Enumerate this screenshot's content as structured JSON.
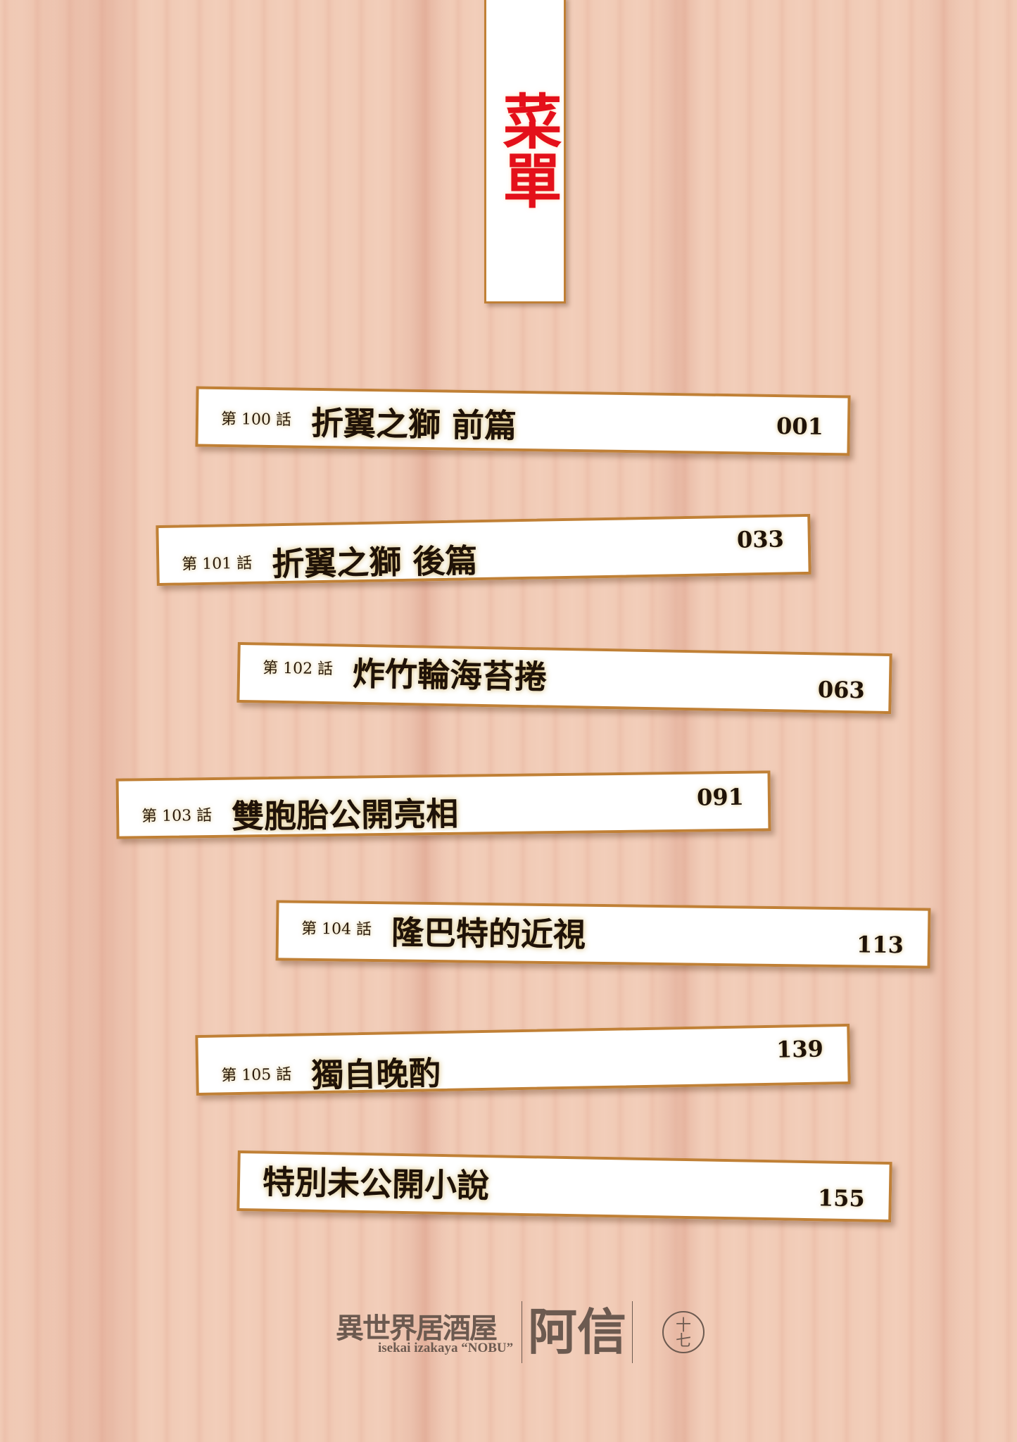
{
  "banner": {
    "title": "菜單"
  },
  "chapters": [
    {
      "episode": "第 100 話",
      "title": "折翼之獅 前篇",
      "page": "001"
    },
    {
      "episode": "第 101 話",
      "title": "折翼之獅 後篇",
      "page": "033"
    },
    {
      "episode": "第 102 話",
      "title": "炸竹輪海苔捲",
      "page": "063"
    },
    {
      "episode": "第 103 話",
      "title": "雙胞胎公開亮相",
      "page": "091"
    },
    {
      "episode": "第 104 話",
      "title": "隆巴特的近視",
      "page": "113"
    },
    {
      "episode": "第 105 話",
      "title": "獨自晚酌",
      "page": "139"
    },
    {
      "episode": "",
      "title": "特別未公開小說",
      "page": "155"
    }
  ],
  "logo": {
    "japanese": "異世界居酒屋",
    "english": "isekai izakaya “NOBU”",
    "name": "阿信",
    "volume": "十七"
  },
  "colors": {
    "banner_text": "#e4101a",
    "strip_border": "#c08036",
    "background": "#f1cbb6"
  }
}
